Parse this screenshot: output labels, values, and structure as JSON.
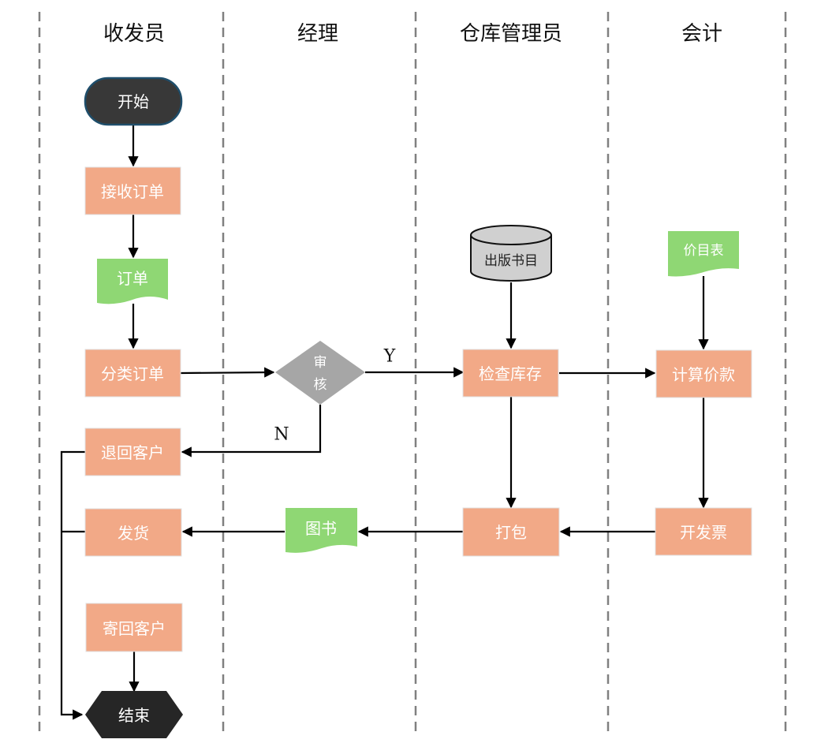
{
  "colors": {
    "process": "#f2a987",
    "document": "#8fd774",
    "decision": "#a6a6a6",
    "terminal": "#383838",
    "terminal_border": "#1f4e6b",
    "end": "#262626",
    "database": "#d0d0d0",
    "divider": "#808080",
    "edge": "#000000"
  },
  "lanes": [
    {
      "id": "lane-clerk",
      "title": "收发员"
    },
    {
      "id": "lane-manager",
      "title": "经理"
    },
    {
      "id": "lane-warehouse",
      "title": "仓库管理员"
    },
    {
      "id": "lane-accountant",
      "title": "会计"
    }
  ],
  "nodes": {
    "start": {
      "label": "开始",
      "type": "terminal"
    },
    "receive_order": {
      "label": "接收订单",
      "type": "process"
    },
    "order_doc": {
      "label": "订单",
      "type": "document"
    },
    "classify_order": {
      "label": "分类订单",
      "type": "process"
    },
    "review": {
      "label_line1": "审",
      "label_line2": "核",
      "type": "decision"
    },
    "return_customer": {
      "label": "退回客户",
      "type": "process"
    },
    "ship": {
      "label": "发货",
      "type": "process"
    },
    "mail_back": {
      "label": "寄回客户",
      "type": "process"
    },
    "end": {
      "label": "结束",
      "type": "terminal-hexagon"
    },
    "catalog_db": {
      "label": "出版书目",
      "type": "database"
    },
    "check_stock": {
      "label": "检查库存",
      "type": "process"
    },
    "pack": {
      "label": "打包",
      "type": "process"
    },
    "books_doc": {
      "label": "图书",
      "type": "document"
    },
    "price_list": {
      "label": "价目表",
      "type": "document"
    },
    "calc_price": {
      "label": "计算价款",
      "type": "process"
    },
    "invoice": {
      "label": "开发票",
      "type": "process"
    }
  },
  "edges": [
    {
      "from": "start",
      "to": "receive_order"
    },
    {
      "from": "receive_order",
      "to": "order_doc"
    },
    {
      "from": "order_doc",
      "to": "classify_order"
    },
    {
      "from": "classify_order",
      "to": "review"
    },
    {
      "from": "review",
      "to": "check_stock",
      "label": "Y"
    },
    {
      "from": "review",
      "to": "return_customer",
      "label": "N"
    },
    {
      "from": "catalog_db",
      "to": "check_stock"
    },
    {
      "from": "check_stock",
      "to": "calc_price"
    },
    {
      "from": "price_list",
      "to": "calc_price"
    },
    {
      "from": "check_stock",
      "to": "pack"
    },
    {
      "from": "calc_price",
      "to": "invoice"
    },
    {
      "from": "invoice",
      "to": "pack"
    },
    {
      "from": "pack",
      "to": "books_doc"
    },
    {
      "from": "books_doc",
      "to": "ship"
    },
    {
      "from": "mail_back",
      "to": "end"
    },
    {
      "from": "return_customer",
      "to": "end"
    },
    {
      "from": "ship",
      "to": "end"
    }
  ],
  "edge_labels": {
    "yes": "Y",
    "no": "N"
  }
}
